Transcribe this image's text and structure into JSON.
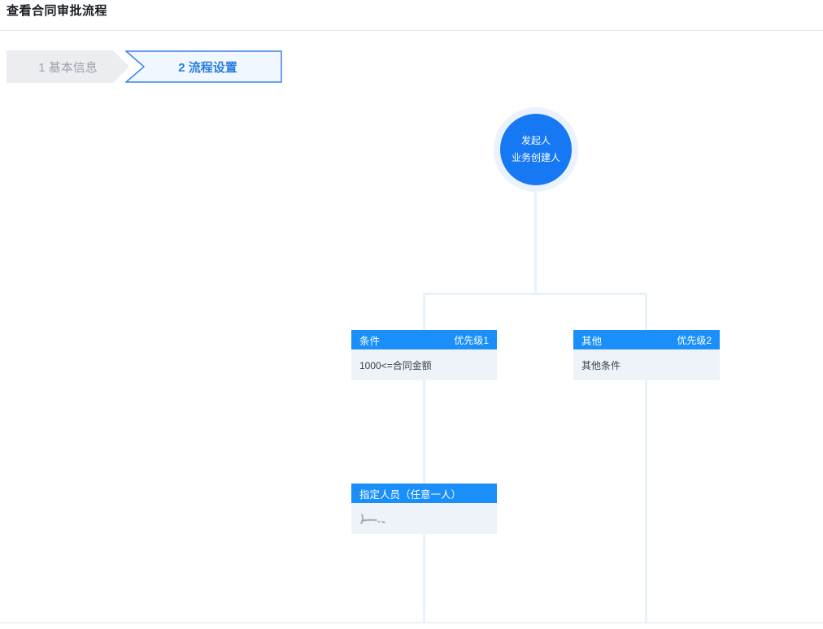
{
  "page": {
    "title": "查看合同审批流程"
  },
  "wizard": {
    "steps": [
      {
        "label": "1 基本信息",
        "active": false
      },
      {
        "label": "2 流程设置",
        "active": true
      }
    ]
  },
  "flow": {
    "start_node": {
      "line1": "发起人",
      "line2": "业务创建人"
    },
    "branches": [
      {
        "header": "条件",
        "priority": "优先级1",
        "body": "1000<=合同金额"
      },
      {
        "header": "其他",
        "priority": "优先级2",
        "body": "其他条件"
      }
    ],
    "approval_node": {
      "header": "指定人员（任意一人）",
      "body_redacted": true
    }
  },
  "colors": {
    "node_blue": "#1678f2",
    "node_halo": "#eaf2fd",
    "card_header_blue": "#1a8ffa",
    "card_body_bg": "#eef3f9",
    "connector": "#e9f1fb",
    "step_active_text": "#2a7de2",
    "step_inactive_bg": "#ebedf1",
    "step_inactive_text": "#9ca1ab"
  }
}
